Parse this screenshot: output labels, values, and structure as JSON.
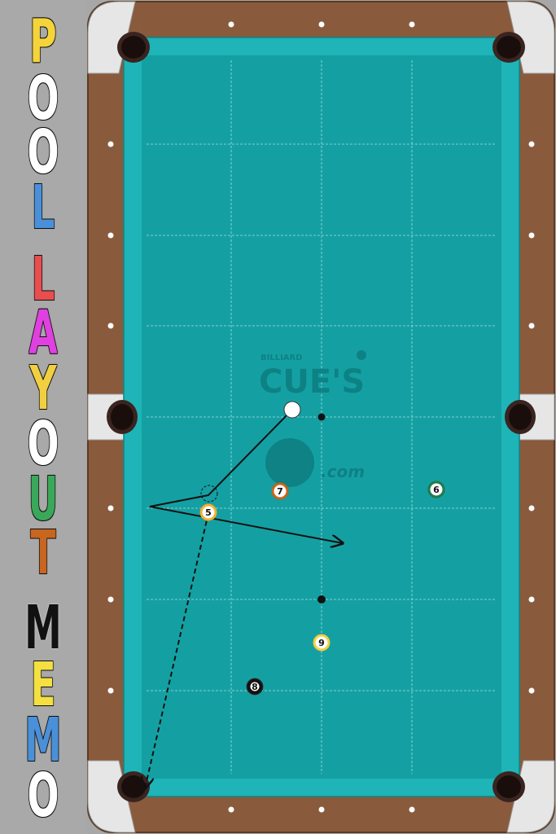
{
  "title": {
    "letters": [
      "P",
      "O",
      "O",
      "L",
      "L",
      "A",
      "Y",
      "O",
      "U",
      "T",
      "M",
      "E",
      "M",
      "O"
    ],
    "colors": [
      "#f4d43a",
      "#ffffff",
      "#ffffff",
      "#4a90d9",
      "#e94e4e",
      "#e040e0",
      "#f0d040",
      "#ffffff",
      "#ffffff",
      "#3aa85a",
      "#c8651f",
      "#111111",
      "#111111",
      "#f4e040",
      "#4a90d9",
      "#ffffff"
    ]
  },
  "watermark": {
    "small": "BILLIARD",
    "brand": "CUE'S",
    "domain": ".com"
  },
  "balls": {
    "cue": {
      "label": ""
    },
    "b5": {
      "label": "5"
    },
    "b6": {
      "label": "6"
    },
    "b7": {
      "label": "7"
    },
    "b8": {
      "label": "8"
    },
    "b9": {
      "label": "9"
    }
  },
  "colors": {
    "cloth": "#14a0a3",
    "cushion": "#1fb4b7",
    "rail": "#8a5a3c",
    "corner": "#e6e6e6"
  }
}
